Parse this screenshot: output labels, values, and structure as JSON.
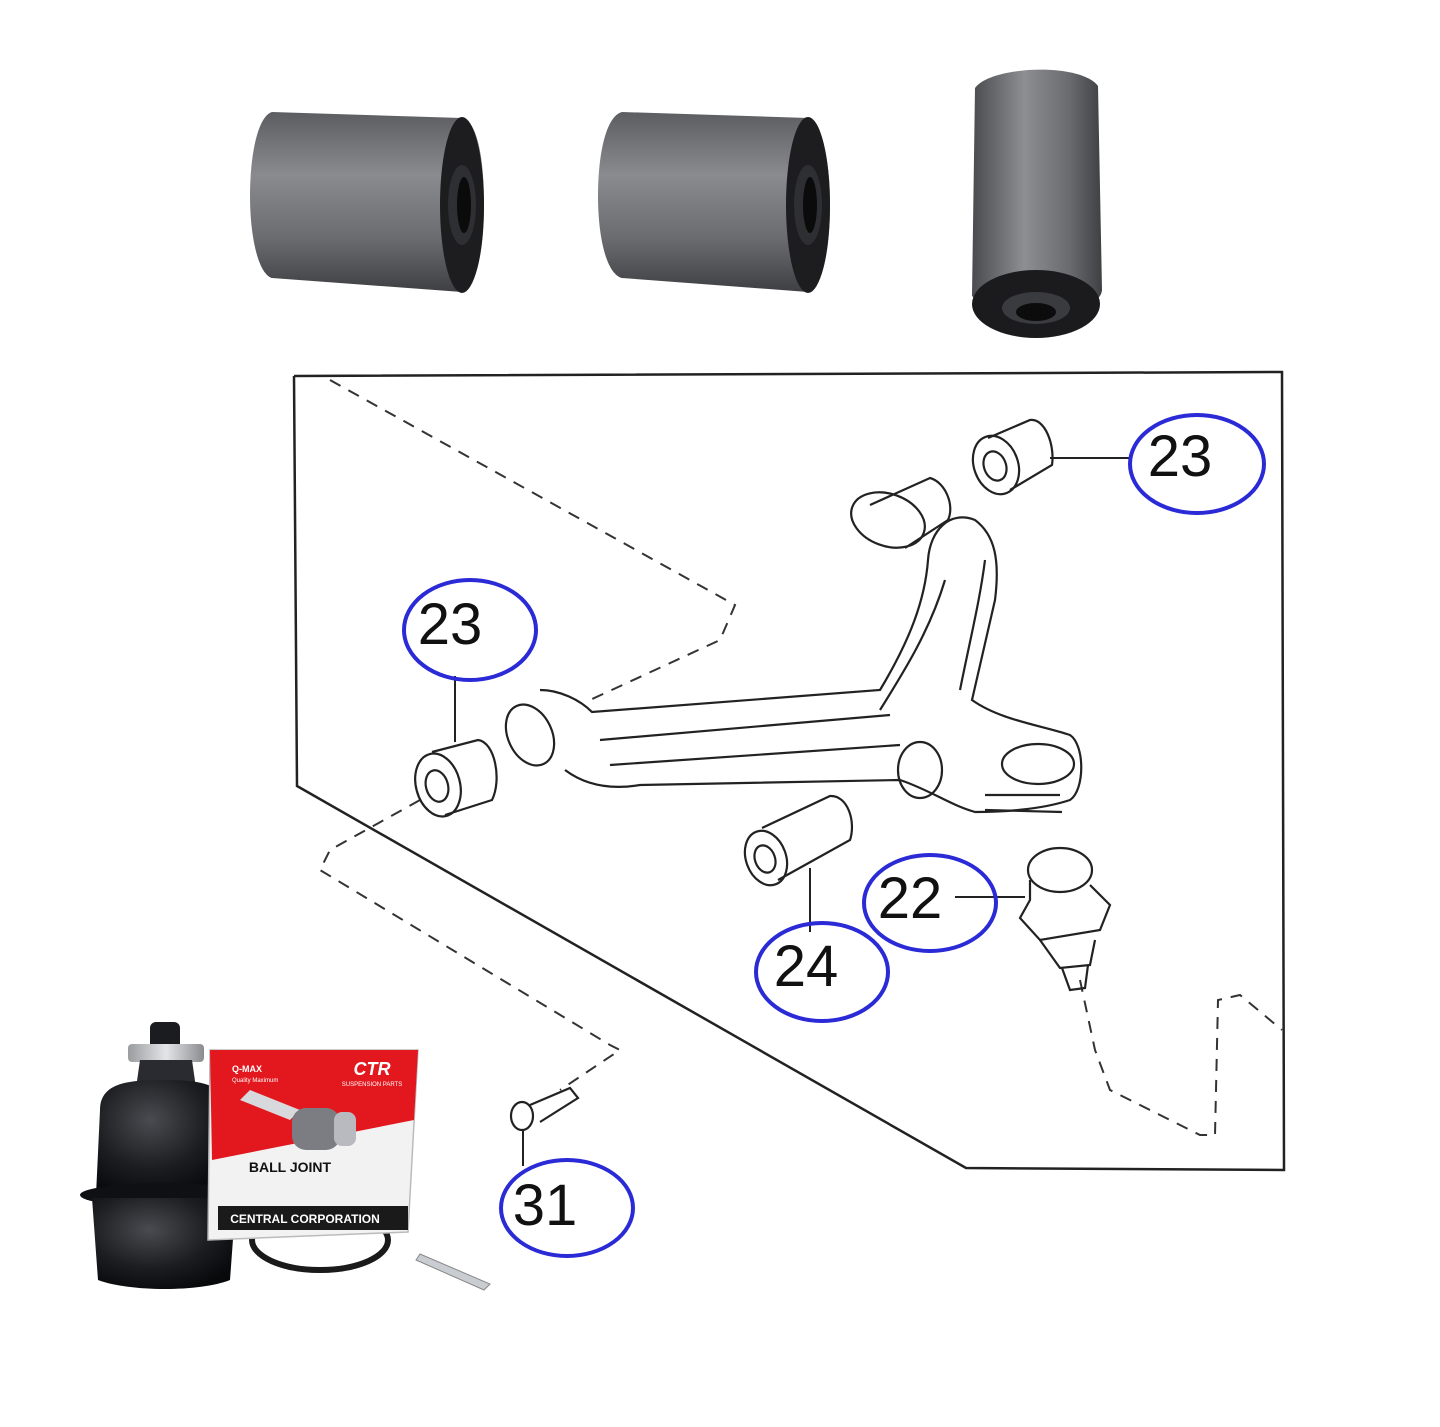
{
  "callouts": [
    {
      "id": "c1",
      "label": "23"
    },
    {
      "id": "c2",
      "label": "23"
    },
    {
      "id": "c3",
      "label": "22"
    },
    {
      "id": "c4",
      "label": "24"
    },
    {
      "id": "c5",
      "label": "31"
    }
  ],
  "product_box": {
    "brand": "CTR",
    "brand_sub": "SUSPENSION PARTS",
    "series": "Q-MAX",
    "series_sub": "Quality Maximum",
    "product_name": "BALL JOINT",
    "manufacturer": "CENTRAL CORPORATION"
  },
  "colors": {
    "callout_ring": "#2a2ad6",
    "box_red": "#e3171e",
    "bushing_grey": "#6e6f73",
    "bushing_dark": "#1c1c1e",
    "line": "#222222"
  }
}
